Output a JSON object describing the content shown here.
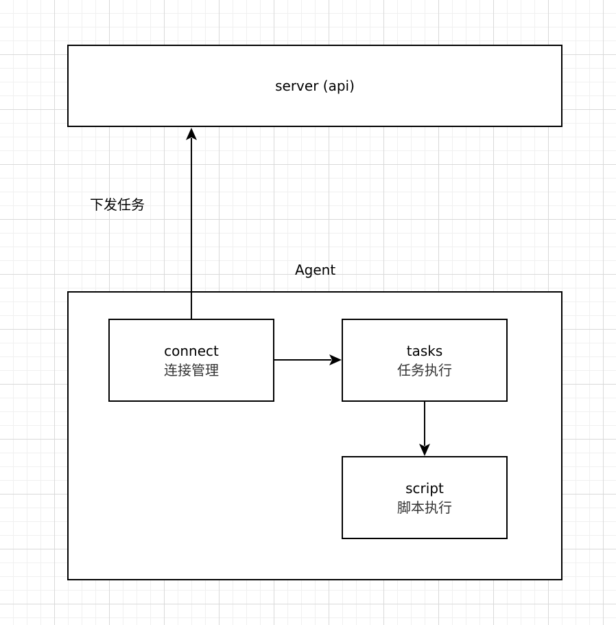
{
  "nodes": {
    "server": {
      "title": "server (api)"
    },
    "agent": {
      "title": "Agent"
    },
    "connect": {
      "title": "connect",
      "subtitle": "连接管理"
    },
    "tasks": {
      "title": "tasks",
      "subtitle": "任务执行"
    },
    "script": {
      "title": "script",
      "subtitle": "脚本执行"
    }
  },
  "edges": {
    "connect_to_server": {
      "label": "下发任务"
    },
    "connect_to_tasks": {
      "label": ""
    },
    "tasks_to_script": {
      "label": ""
    }
  },
  "colors": {
    "stroke": "#000000",
    "background": "#ffffff",
    "grid": "#e6e6e6"
  }
}
